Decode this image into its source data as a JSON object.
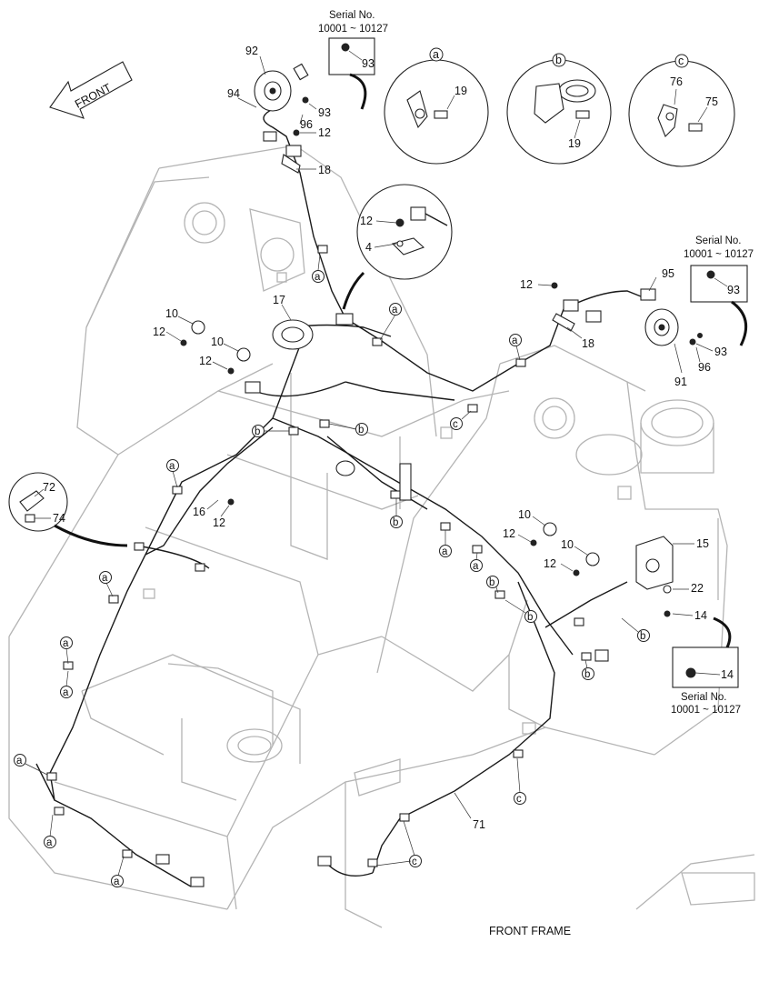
{
  "footer": {
    "title": "FRONT FRAME"
  },
  "arrow": {
    "label": "FRONT"
  },
  "serial_boxes": [
    {
      "heading": "Serial No.",
      "range": "10001 ~ 10127",
      "part": "93"
    },
    {
      "heading": "Serial No.",
      "range": "10001 ~ 10127",
      "part": "93"
    },
    {
      "heading": "Serial No.",
      "range": "10001 ~ 10127",
      "part": "14"
    }
  ],
  "detail_views": [
    {
      "letter": "a",
      "parts": [
        "19"
      ]
    },
    {
      "letter": "b",
      "parts": [
        "19"
      ]
    },
    {
      "letter": "c",
      "parts": [
        "76",
        "75"
      ]
    },
    {
      "letter": "",
      "parts": [
        "12",
        "4"
      ]
    },
    {
      "letter": "",
      "parts": [
        "72",
        "74"
      ]
    }
  ],
  "part_labels": [
    "92",
    "94",
    "93",
    "96",
    "12",
    "18",
    "17",
    "10",
    "12",
    "10",
    "12",
    "16",
    "12",
    "95",
    "12",
    "18",
    "93",
    "96",
    "91",
    "10",
    "12",
    "10",
    "12",
    "15",
    "22",
    "14",
    "71"
  ],
  "ref_letters": [
    "a",
    "a",
    "a",
    "a",
    "a",
    "a",
    "a",
    "a",
    "a",
    "a",
    "a",
    "a",
    "b",
    "b",
    "b",
    "b",
    "b",
    "b",
    "b",
    "c",
    "c",
    "c",
    "c"
  ]
}
